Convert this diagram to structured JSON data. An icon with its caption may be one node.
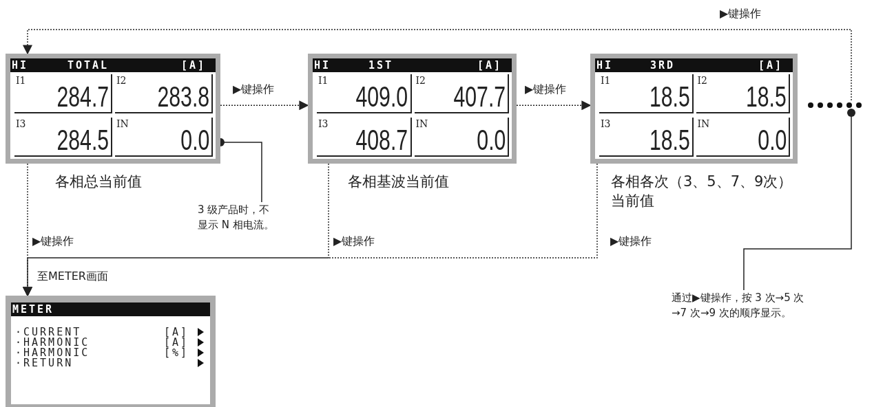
{
  "diagram": {
    "nodes": [
      {
        "text": [
          "HI",
          "TOTAL",
          "[A]",
          "I1",
          "284.7",
          "I2",
          "283.8",
          "I3",
          "284.5",
          "IN",
          "0.0"
        ],
        "beside": [
          "各相总当前值"
        ]
      },
      {
        "text": [
          "HI",
          "1ST",
          "[A]",
          "I1",
          "409.0",
          "I2",
          "407.7",
          "I3",
          "408.7",
          "IN",
          "0.0"
        ],
        "beside": [
          "各相基波当前值"
        ]
      },
      {
        "text": [
          "HI",
          "3RD",
          "[A]",
          "I1",
          "18.5",
          "I2",
          "18.5",
          "I3",
          "18.5",
          "IN",
          "0.0"
        ],
        "beside": [
          "各相各次（3、5、7、9次）当前值"
        ]
      },
      {
        "text": [],
        "shape": "dots"
      },
      {
        "text": [
          "METER",
          "·CURRENT",
          "[A]",
          "·HARMONIC",
          "[A]",
          "·HARMONIC",
          "[%]",
          "·RETURN"
        ]
      },
      {
        "text": [
          "3 级产品时，不显示 N 相电流。"
        ]
      },
      {
        "text": [
          "通过▶键操作，按 3 次→5 次→7 次→9 次的顺序显示。"
        ]
      }
    ],
    "edges": [
      {
        "from": 0,
        "to": 1,
        "arrow": "to",
        "style": "dashed",
        "label": "▶键操作"
      },
      {
        "from": 1,
        "to": 2,
        "arrow": "to",
        "style": "dashed",
        "label": "▶键操作"
      },
      {
        "from": 3,
        "to": 0,
        "arrow": "to",
        "style": "dashed",
        "label": "▶键操作"
      },
      {
        "from": 0,
        "to": 4,
        "arrow": "to",
        "style": "dashed",
        "label": "▶键操作"
      },
      {
        "from": 1,
        "to": 4,
        "arrow": "to",
        "style": "dashed",
        "label": "▶键操作"
      },
      {
        "from": 2,
        "to": 4,
        "arrow": "to",
        "style": "dashed",
        "label": "▶键操作"
      },
      {
        "from": 5,
        "to": 0,
        "arrow": "other"
      },
      {
        "from": 6,
        "to": 3,
        "arrow": "other"
      }
    ],
    "labels": [
      "至METER画面"
    ]
  }
}
